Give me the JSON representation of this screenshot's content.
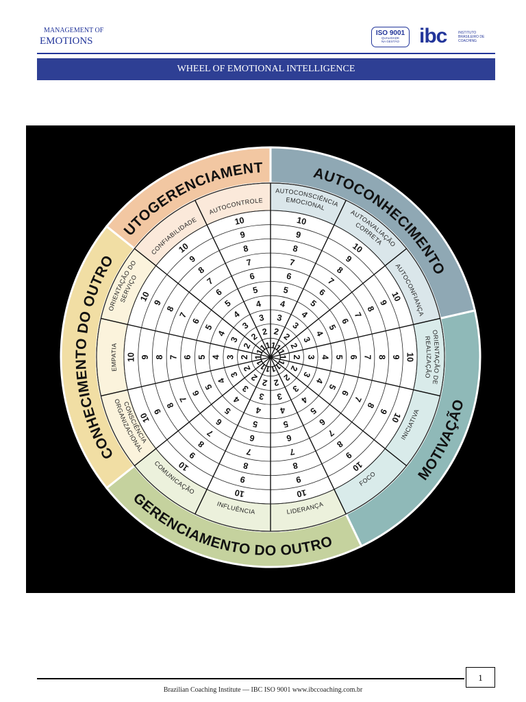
{
  "header": {
    "brand_line1": "MANAGEMENT OF",
    "brand_line2": "EMOTIONS",
    "iso_title": "ISO 9001",
    "iso_caption": "QUALIDADE\nNA GESTÃO",
    "ibc_logo": "ibc",
    "ibc_caption": "INSTITUTO\nBRASILEIRO DE\nCOACHING"
  },
  "banner": {
    "title": "WHEEL OF EMOTIONAL INTELLIGENCE"
  },
  "wheel": {
    "scale": [
      "1",
      "2",
      "3",
      "4",
      "5",
      "6",
      "7",
      "8",
      "9",
      "10"
    ],
    "categories": [
      {
        "label": "AUTOCONHECIMENTO",
        "color": "#8fa8b4"
      },
      {
        "label": "MOTIVAÇÃO",
        "color": "#8fb9b8"
      },
      {
        "label": "GERENCIAMENTO DO OUTRO",
        "color": "#c5d29e"
      },
      {
        "label": "CONHECIMENTO DO OUTRO",
        "color": "#f1dea4"
      },
      {
        "label": "AUTOGERENCIAMENTO",
        "color": "#f2c7a2"
      }
    ],
    "competencies": [
      {
        "label": "AUTOCONSCIÊNCIA EMOCIONAL",
        "color": "#dae6ea"
      },
      {
        "label": "AUTOAVALIAÇÃO CORRETA",
        "color": "#dae6ea"
      },
      {
        "label": "AUTOCONFIANÇA",
        "color": "#dae6ea"
      },
      {
        "label": "ORIENTAÇÃO DE REALIZAÇÃO",
        "color": "#d9ebea"
      },
      {
        "label": "INICIATIVA",
        "color": "#d9ebea"
      },
      {
        "label": "FOCO",
        "color": "#d9ebea"
      },
      {
        "label": "LIDERANÇA",
        "color": "#ecf1dc"
      },
      {
        "label": "INFLUÊNCIA",
        "color": "#ecf1dc"
      },
      {
        "label": "COMUNICAÇÃO",
        "color": "#ecf1dc"
      },
      {
        "label": "CONSCIÊNCIA ORGANIZACIONAL",
        "color": "#fbf3dc"
      },
      {
        "label": "EMPATIA",
        "color": "#fbf3dc"
      },
      {
        "label": "ORIENTAÇÃO DO SERVIÇO",
        "color": "#fbf3dc"
      },
      {
        "label": "CONFIABILIDADE",
        "color": "#fbe9da"
      },
      {
        "label": "AUTOCONTROLE",
        "color": "#fbe9da"
      }
    ]
  },
  "footer": {
    "text": "Brazilian Coaching Institute — IBC ISO 9001 www.ibccoaching.com.br",
    "page_number": "1"
  }
}
